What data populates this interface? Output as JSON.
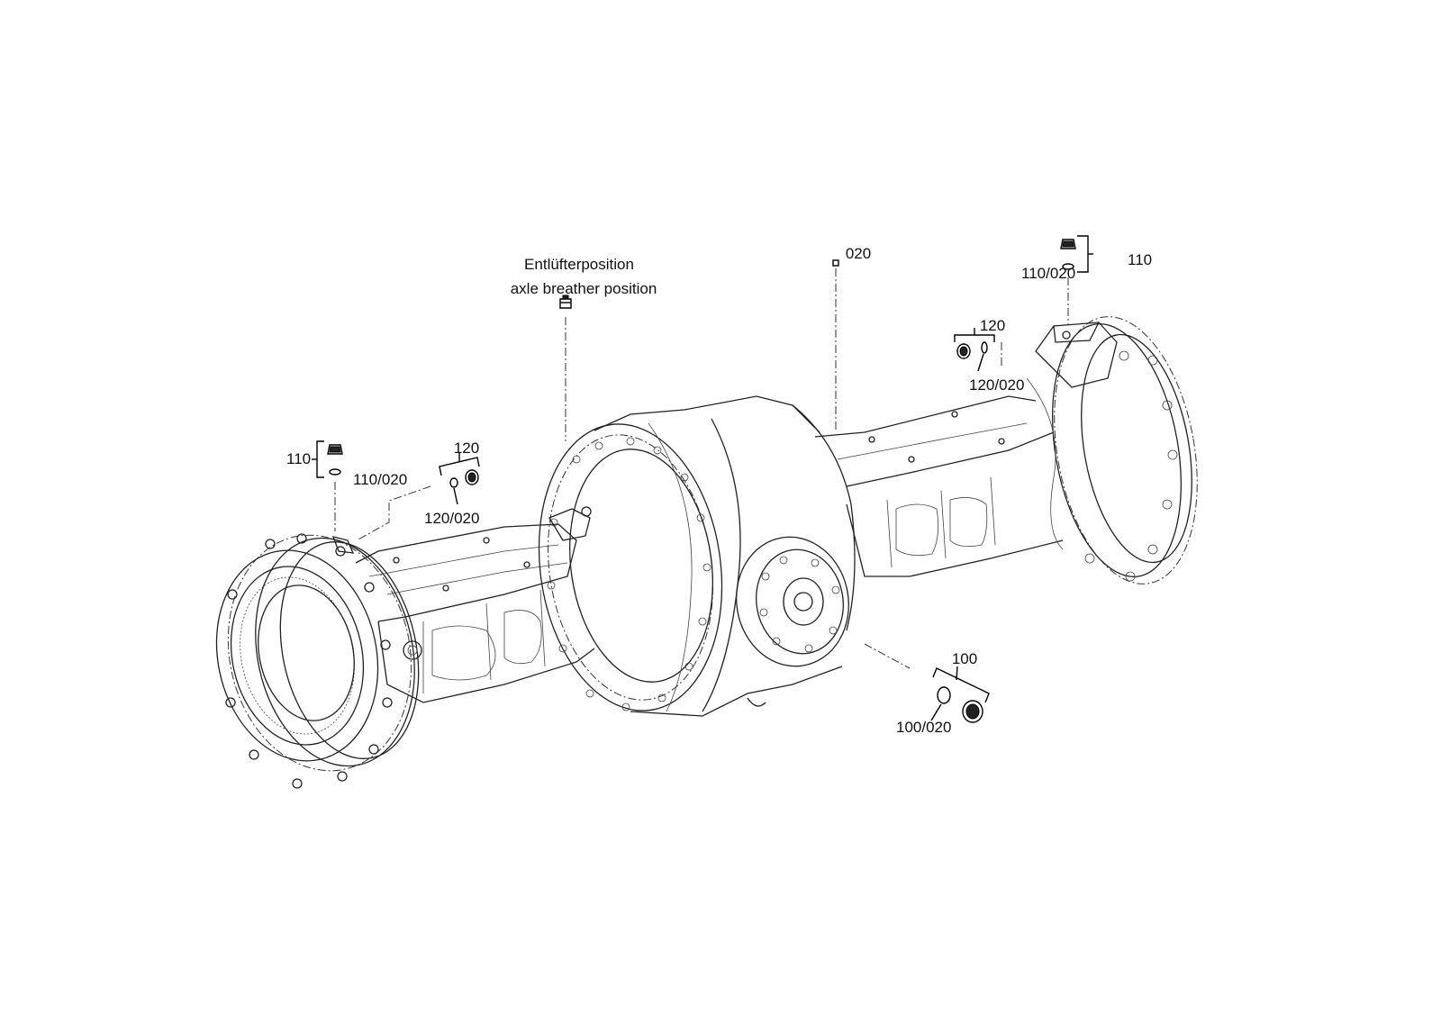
{
  "labels": {
    "breather_de": "Entlüfterposition",
    "breather_en": "axle breather position",
    "p020": "020",
    "p110_right": "110",
    "p110_020_right": "110/020",
    "p120_right": "120",
    "p120_020_right": "120/020",
    "p110_left": "110",
    "p110_020_left": "110/020",
    "p120_left": "120",
    "p120_020_left": "120/020",
    "p100": "100",
    "p100_020": "100/020"
  }
}
